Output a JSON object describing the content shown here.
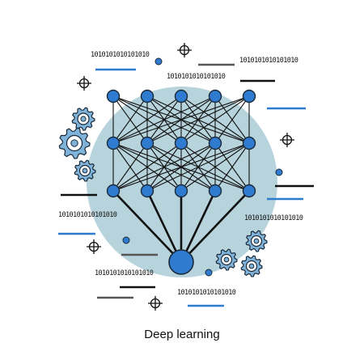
{
  "caption": "Deep learning",
  "binary_strings": [
    "1010101010101010",
    "1010101010101010",
    "1010101010101010",
    "1010101010101010",
    "1010101010101010",
    "1010101010101010",
    "1010101010101010"
  ],
  "colors": {
    "background_circle": "#b7d3dc",
    "node_fill": "#2f7bd0",
    "node_stroke": "#1a2a3a",
    "line_dark": "#111111",
    "line_blue": "#2f7bd0",
    "line_gray": "#555555",
    "gear_fill": "#7fb3d9"
  },
  "icons": [
    "crosshair-icon",
    "gear-icon",
    "neural-network-icon"
  ]
}
